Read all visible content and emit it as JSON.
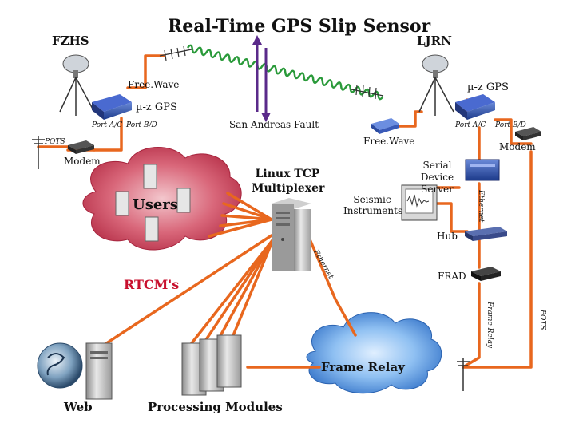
{
  "title": "Real-Time GPS Slip Sensor",
  "sites": {
    "left": "FZHS",
    "right": "LJRN"
  },
  "left_station": {
    "radio": "Free.Wave",
    "gps": "µ-z GPS",
    "port_ac": "Port A/C",
    "port_bd": "Port B/D",
    "pots": "POTS",
    "modem": "Modem"
  },
  "fault": "San Andreas Fault",
  "right_station": {
    "radio": "Free.Wave",
    "gps": "µ-z GPS",
    "port_ac": "Port A/C",
    "port_bd": "Port B/D",
    "modem": "Modem",
    "serial_server": "Serial Device Server",
    "ethernet": "Ethernet",
    "seismic": "Seismic Instruments",
    "hub": "Hub",
    "frad": "FRAD",
    "frame_relay_link": "Frame Relay",
    "pots": "POTS"
  },
  "multiplexer": "Linux TCP Multiplexer",
  "users": "Users",
  "ethernet_link": "Ethernet",
  "rtcm": "RTCM's",
  "frame_relay_cloud": "Frame Relay",
  "web": "Web",
  "processing": "Processing Modules",
  "colors": {
    "link": "#e8671e",
    "users_cloud": "#c0384b",
    "relay_cloud": "#3a7fd0",
    "rtcm": "#c8102e",
    "wave": "#2a9a3a",
    "fault_arrow": "#5a2a8a"
  }
}
